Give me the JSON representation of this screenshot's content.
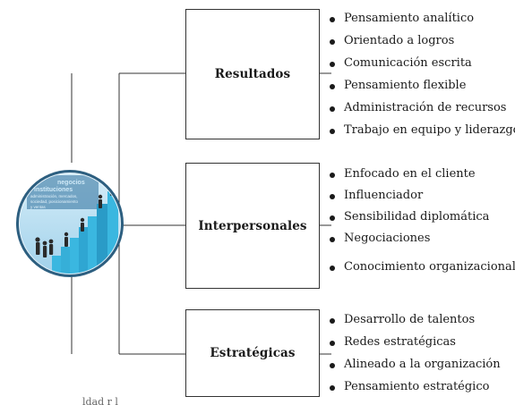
{
  "categories": [
    {
      "label": "Resultados",
      "items": [
        "Pensamiento analítico",
        "Orientado a logros",
        "Comunicación escrita",
        "Pensamiento flexible",
        "Administración de recursos",
        "Trabajo en equipo y liderazgo"
      ]
    },
    {
      "label": "Interpersonales",
      "items": [
        "Enfocado en el cliente",
        "Influenciador",
        "Sensibilidad diplomática",
        "Negociaciones",
        "Conocimiento organizacional"
      ]
    },
    {
      "label": "Estratégicas",
      "items": [
        "Desarrollo de talentos",
        "Redes estratégicas",
        "Alineado a la organización",
        "Pensamiento estratégico"
      ]
    }
  ],
  "central_image": {
    "caption_lines": [
      "negocios",
      "instituciones",
      "administración, mercados,",
      "sociedad, posicionamiento",
      "y ventas"
    ],
    "colors": {
      "ring": "#3a6c8c",
      "sky": "#9fd0ea",
      "steps": "#3ab7e0"
    }
  },
  "footer_fragment": "ldad      r      l  "
}
